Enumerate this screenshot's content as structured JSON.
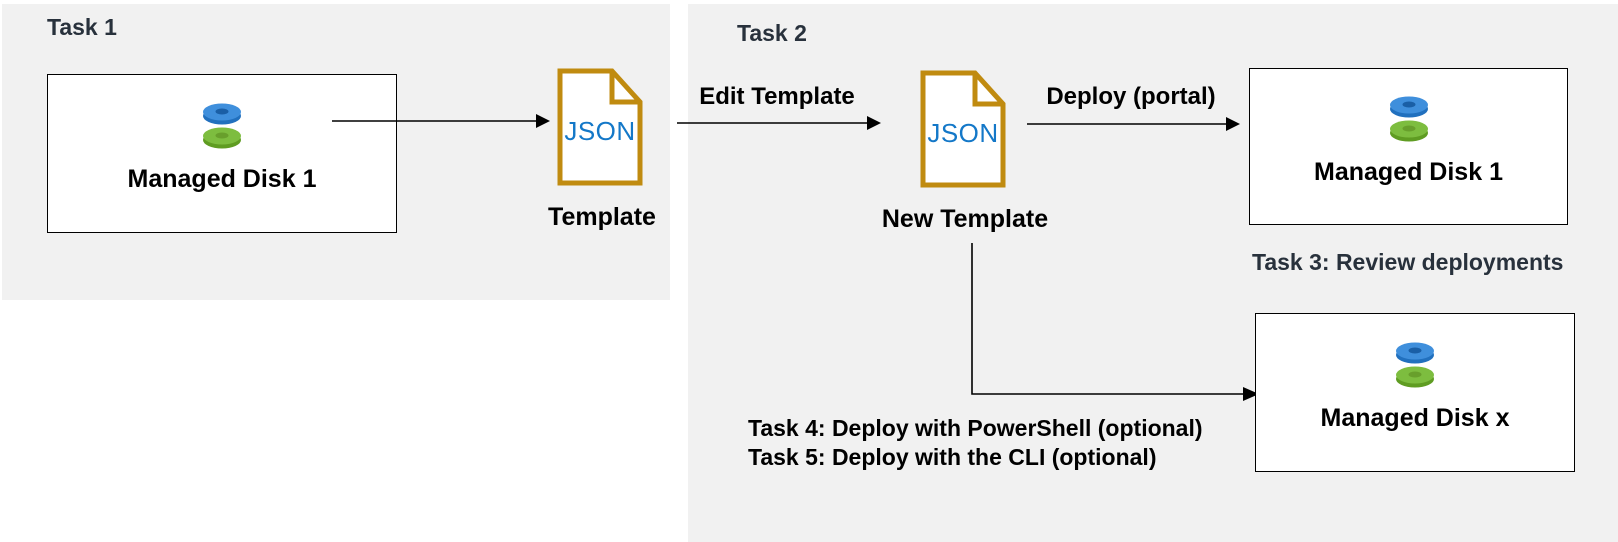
{
  "colors": {
    "panel_bg": "#f1f1f1",
    "canvas_bg": "#ffffff",
    "heading_text": "#28313c",
    "label_text": "#000000",
    "box_bg": "#ffffff",
    "box_border": "#000000",
    "arrow": "#000000",
    "json_border": "#c08b10",
    "json_text": "#1478c8",
    "disk_blue_top": "#3f8fdc",
    "disk_blue_side": "#2170be",
    "disk_blue_hole": "#1a5fa6",
    "disk_green_top": "#7dbd3f",
    "disk_green_side": "#5f9c22",
    "disk_green_hole": "#689f2c"
  },
  "task1": {
    "heading": "Task 1",
    "disk_box": {
      "label": "Managed Disk 1"
    },
    "template": {
      "file_label": "JSON",
      "caption": "Template"
    }
  },
  "task2": {
    "heading": "Task 2",
    "edit_arrow_label": "Edit Template",
    "new_template": {
      "file_label": "JSON",
      "caption": "New Template"
    },
    "deploy_arrow_label": "Deploy (portal)",
    "deployed_disk_box": {
      "label": "Managed Disk 1"
    }
  },
  "task3": {
    "heading": "Task 3: Review deployments",
    "disk_box": {
      "label": "Managed Disk x"
    }
  },
  "optional_tasks": {
    "line1": "Task 4: Deploy with PowerShell (optional)",
    "line2": "Task 5: Deploy with the CLI (optional)"
  }
}
